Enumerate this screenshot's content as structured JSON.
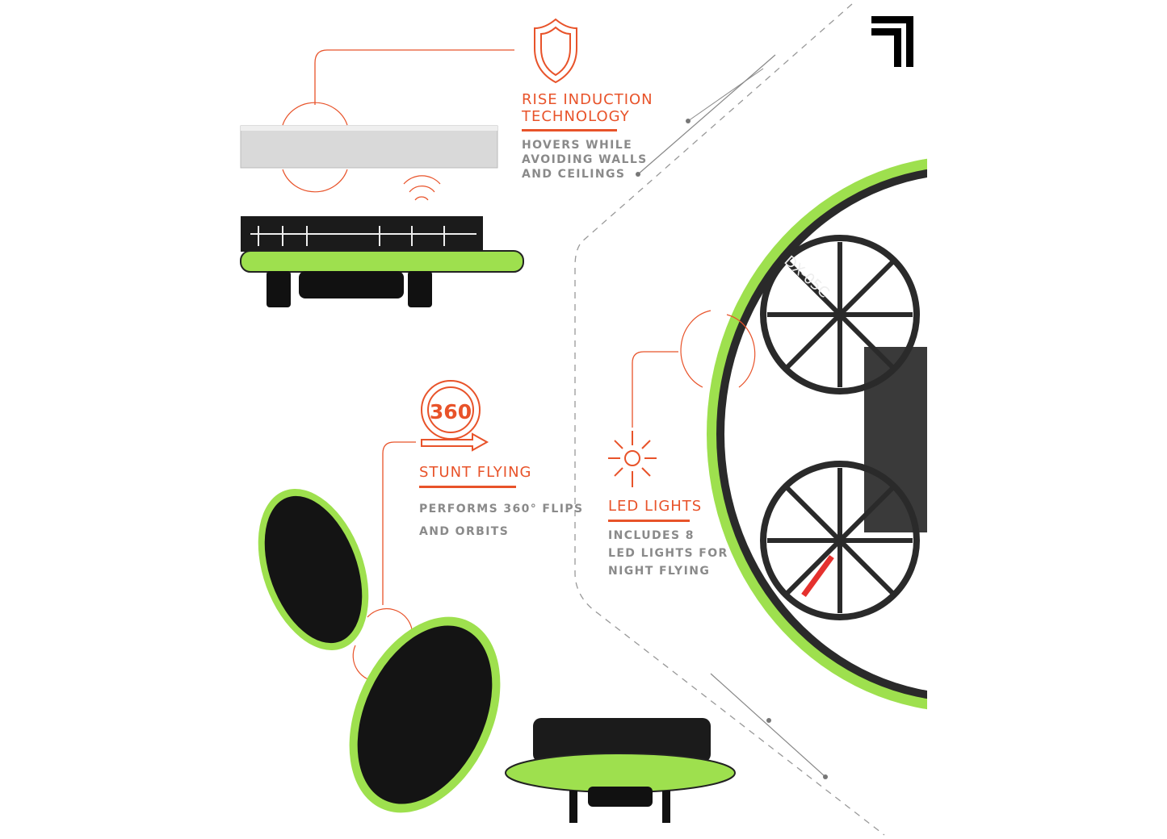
{
  "features": [
    {
      "title_lines": [
        "RISE INDUCTION",
        "TECHNOLOGY"
      ],
      "desc_lines": [
        "HOVERS WHILE",
        "AVOIDING WALLS",
        "AND CEILINGS"
      ],
      "icon": "shield-icon"
    },
    {
      "title_lines": [
        "STUNT FLYING"
      ],
      "desc_lines": [
        "PERFORMS 360° FLIPS",
        "AND ORBITS"
      ],
      "icon": "rotate-360-icon",
      "icon_text": "360"
    },
    {
      "title_lines": [
        "LED LIGHTS"
      ],
      "desc_lines": [
        "INCLUDES 8",
        "LED LIGHTS FOR",
        "NIGHT FLYING"
      ],
      "icon": "sun-icon"
    }
  ],
  "product_model": "DX-05C",
  "colors": {
    "accent": "#e8532a",
    "text_gray": "#8a8a8a",
    "led_green": "#8ee04a"
  }
}
